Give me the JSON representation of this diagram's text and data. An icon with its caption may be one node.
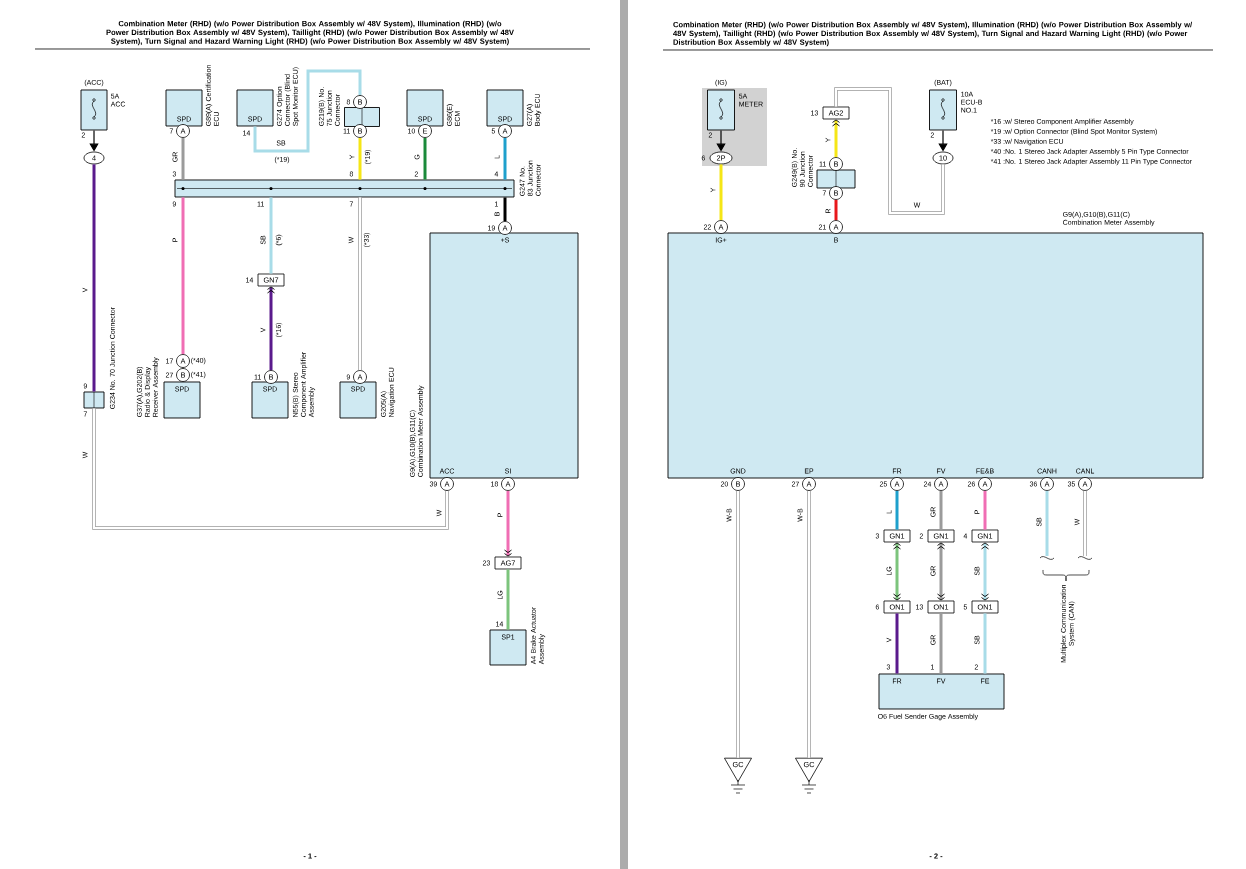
{
  "diagram": {
    "title": "Combination Meter (RHD) (w/o Power Distribution Box Assembly w/ 48V System), Illumination (RHD) (w/o Power Distribution Box Assembly w/ 48V System), Taillight (RHD) (w/o Power Distribution Box Assembly w/ 48V System), Turn Signal and Hazard Warning Light (RHD) (w/o Power Distribution Box Assembly w/ 48V System)",
    "nodes": [
      {
        "text": [
          "(ACC)"
        ],
        "beside": [
          "5A ACC",
          "2"
        ]
      },
      {
        "text": [
          "4"
        ]
      },
      {
        "text": [],
        "shape": "box",
        "beside": [
          "G234 No. 70 Junction Connector",
          "9",
          "7"
        ]
      },
      {
        "text": [
          "SPD"
        ],
        "beside": [
          "G89(A) Certification ECU"
        ]
      },
      {
        "text": [
          "A"
        ],
        "beside": [
          "7"
        ]
      },
      {
        "text": [
          "SPD"
        ],
        "beside": [
          "G274 Option Connector (Blind Spot Monitor ECU)",
          "14"
        ]
      },
      {
        "text": [
          "B"
        ],
        "beside": [
          "8"
        ]
      },
      {
        "text": [],
        "shape": "box",
        "beside": [
          "G219(B) No. 75 Junction Connector"
        ]
      },
      {
        "text": [
          "B"
        ],
        "beside": [
          "11"
        ]
      },
      {
        "text": [
          "SPD"
        ],
        "beside": [
          "G86(E) ECM"
        ]
      },
      {
        "text": [
          "E"
        ],
        "beside": [
          "10"
        ]
      },
      {
        "text": [
          "SPD"
        ],
        "beside": [
          "G27(A) Body ECU"
        ]
      },
      {
        "text": [
          "A"
        ],
        "beside": [
          "5"
        ]
      },
      {
        "text": [],
        "shape": "bar",
        "beside": [
          "G247 No. 83 Junction Connector",
          "3",
          "8",
          "2",
          "4",
          "9",
          "11",
          "7",
          "1"
        ]
      },
      {
        "text": [
          "+S",
          "ACC",
          "SI"
        ],
        "beside": [
          "G9(A),G10(B),G11(C) Combination Meter Assembly"
        ]
      },
      {
        "text": [
          "A"
        ],
        "beside": [
          "19"
        ]
      },
      {
        "text": [
          "A"
        ],
        "beside": [
          "17",
          "(*40)"
        ]
      },
      {
        "text": [
          "B"
        ],
        "beside": [
          "27",
          "(*41)"
        ]
      },
      {
        "text": [
          "SPD"
        ],
        "beside": [
          "G37(A),G202(B) Radio & Display Receiver Assembly"
        ]
      },
      {
        "text": [
          "GN7"
        ],
        "beside": [
          "14"
        ]
      },
      {
        "text": [
          "B"
        ],
        "beside": [
          "11"
        ]
      },
      {
        "text": [
          "SPD"
        ],
        "beside": [
          "N55(B) Stereo Component Amplifier Assembly"
        ]
      },
      {
        "text": [
          "A"
        ],
        "beside": [
          "9"
        ]
      },
      {
        "text": [
          "SPD"
        ],
        "beside": [
          "G205(A) Navigation ECU"
        ]
      },
      {
        "text": [
          "A"
        ],
        "beside": [
          "39"
        ]
      },
      {
        "text": [
          "A"
        ],
        "beside": [
          "18"
        ]
      },
      {
        "text": [
          "AG7"
        ],
        "beside": [
          "23"
        ]
      },
      {
        "text": [
          "SP1"
        ],
        "beside": [
          "A4 Brake Actuator Assembly",
          "14"
        ]
      },
      {
        "text": [
          "(IG)"
        ],
        "beside": [
          "5A METER",
          "2"
        ]
      },
      {
        "text": [
          "2P"
        ],
        "beside": [
          "6"
        ]
      },
      {
        "text": [
          "AG2"
        ],
        "beside": [
          "13"
        ]
      },
      {
        "text": [
          "B"
        ],
        "beside": [
          "11"
        ]
      },
      {
        "text": [],
        "shape": "box",
        "beside": [
          "G249(B) No. 90 Junction Connector"
        ]
      },
      {
        "text": [
          "B"
        ],
        "beside": [
          "7"
        ]
      },
      {
        "text": [
          "(BAT)"
        ],
        "beside": [
          "10A ECU-B NO.1",
          "2"
        ]
      },
      {
        "text": [
          "10"
        ]
      },
      {
        "text": [
          "IG+",
          "B",
          "GND",
          "EP",
          "FR",
          "FV",
          "FE&B",
          "CANH",
          "CANL"
        ],
        "beside": [
          "G9(A),G10(B),G11(C) Combination Meter Assembly"
        ]
      },
      {
        "text": [
          "A"
        ],
        "beside": [
          "22"
        ]
      },
      {
        "text": [
          "A"
        ],
        "beside": [
          "21"
        ]
      },
      {
        "text": [
          "B"
        ],
        "beside": [
          "20"
        ]
      },
      {
        "text": [
          "A"
        ],
        "beside": [
          "27"
        ]
      },
      {
        "text": [
          "A"
        ],
        "beside": [
          "25"
        ]
      },
      {
        "text": [
          "A"
        ],
        "beside": [
          "24"
        ]
      },
      {
        "text": [
          "A"
        ],
        "beside": [
          "26"
        ]
      },
      {
        "text": [
          "A"
        ],
        "beside": [
          "36"
        ]
      },
      {
        "text": [
          "A"
        ],
        "beside": [
          "35"
        ]
      },
      {
        "text": [
          "GN1"
        ],
        "beside": [
          "3"
        ]
      },
      {
        "text": [
          "GN1"
        ],
        "beside": [
          "2"
        ]
      },
      {
        "text": [
          "GN1"
        ],
        "beside": [
          "4"
        ]
      },
      {
        "text": [
          "ON1"
        ],
        "beside": [
          "6"
        ]
      },
      {
        "text": [
          "ON1"
        ],
        "beside": [
          "13"
        ]
      },
      {
        "text": [
          "ON1"
        ],
        "beside": [
          "5"
        ]
      },
      {
        "text": [
          "FR",
          "FV",
          "FE"
        ],
        "beside": [
          "O6 Fuel Sender Gage Assembly",
          "3",
          "1",
          "2"
        ]
      },
      {
        "text": [
          "GC"
        ]
      },
      {
        "text": [
          "GC"
        ]
      }
    ],
    "edges": [
      {
        "from": 0,
        "to": 1,
        "arrow": "to",
        "color": "#000000"
      },
      {
        "from": 1,
        "to": 2,
        "arrow": "none",
        "label": "V",
        "color": "#5a1a8c"
      },
      {
        "from": 2,
        "to": 24,
        "arrow": "none",
        "label": "W",
        "color": "#999999"
      },
      {
        "from": 4,
        "to": 13,
        "arrow": "none",
        "label": "GR",
        "color": "#9b9b9b"
      },
      {
        "from": 5,
        "to": 6,
        "arrow": "none",
        "label": "SB",
        "color": "#a8dce8"
      },
      {
        "from": 8,
        "to": 13,
        "arrow": "none",
        "label": "Y",
        "color": "#f5e616"
      },
      {
        "from": 10,
        "to": 13,
        "arrow": "none",
        "label": "G",
        "color": "#1a8a3a"
      },
      {
        "from": 12,
        "to": 13,
        "arrow": "none",
        "label": "L",
        "color": "#1ea0cc"
      },
      {
        "from": 13,
        "to": 15,
        "arrow": "none",
        "label": "B",
        "color": "#000000"
      },
      {
        "from": 13,
        "to": 16,
        "arrow": "none",
        "label": "P",
        "color": "#f06eb4"
      },
      {
        "from": 13,
        "to": 19,
        "arrow": "none",
        "label": "SB",
        "color": "#a8dce8"
      },
      {
        "from": 20,
        "to": 19,
        "arrow": "to",
        "label": "V",
        "color": "#5a1a8c"
      },
      {
        "from": 13,
        "to": 22,
        "arrow": "none",
        "label": "W",
        "color": "#999999"
      },
      {
        "from": 25,
        "to": 26,
        "arrow": "to",
        "label": "P",
        "color": "#f06eb4"
      },
      {
        "from": 26,
        "to": 27,
        "arrow": "none",
        "label": "LG",
        "color": "#7cc47c"
      },
      {
        "from": 28,
        "to": 29,
        "arrow": "to",
        "color": "#000000"
      },
      {
        "from": 29,
        "to": 37,
        "arrow": "none",
        "label": "Y",
        "color": "#f5e616"
      },
      {
        "from": 31,
        "to": 30,
        "arrow": "to",
        "label": "Y",
        "color": "#f5e616"
      },
      {
        "from": 33,
        "to": 38,
        "arrow": "none",
        "label": "R",
        "color": "#e8171c"
      },
      {
        "from": 30,
        "to": 35,
        "arrow": "none",
        "label": "W",
        "color": "#999999"
      },
      {
        "from": 34,
        "to": 35,
        "arrow": "to",
        "color": "#000000"
      },
      {
        "from": 39,
        "to": 53,
        "arrow": "none",
        "label": "W-B",
        "color": "#999999"
      },
      {
        "from": 40,
        "to": 54,
        "arrow": "none",
        "label": "W-B",
        "color": "#999999"
      },
      {
        "from": 41,
        "to": 46,
        "arrow": "none",
        "label": "L",
        "color": "#1ea0cc"
      },
      {
        "from": 42,
        "to": 47,
        "arrow": "none",
        "label": "GR",
        "color": "#9b9b9b"
      },
      {
        "from": 43,
        "to": 48,
        "arrow": "none",
        "label": "P",
        "color": "#f06eb4"
      },
      {
        "from": 46,
        "to": 49,
        "arrow": "both",
        "label": "LG",
        "color": "#7cc47c"
      },
      {
        "from": 47,
        "to": 50,
        "arrow": "both",
        "label": "GR",
        "color": "#9b9b9b"
      },
      {
        "from": 48,
        "to": 51,
        "arrow": "both",
        "label": "SB",
        "color": "#a8dce8"
      },
      {
        "from": 49,
        "to": 52,
        "arrow": "none",
        "label": "V",
        "color": "#5a1a8c"
      },
      {
        "from": 50,
        "to": 52,
        "arrow": "none",
        "label": "GR",
        "color": "#9b9b9b"
      },
      {
        "from": 51,
        "to": 52,
        "arrow": "none",
        "label": "SB",
        "color": "#a8dce8"
      },
      {
        "from": 44,
        "to": null,
        "arrow": "none",
        "label": "SB",
        "color": "#a8dce8"
      },
      {
        "from": 45,
        "to": null,
        "arrow": "none",
        "label": "W",
        "color": "#999999"
      }
    ],
    "labels": [
      "(*19)",
      "(*19)",
      "(*6)",
      "(*16)",
      "(*33)",
      "W",
      "- 1 -",
      "Combination Meter (RHD) (w/o Power Distribution Box Assembly w/ 48V System), Illumination (RHD) (w/o Power Distribution Box Assembly w/ 48V System), Taillight (RHD) (w/o Power Distribution Box Assembly w/ 48V System), Turn Signal and Hazard Warning Light (RHD) (w/o Power Distribution Box Assembly w/ 48V System)",
      "*16 :w/ Stereo Component Amplifier Assembly",
      "*19 :w/ Option Connector (Blind Spot Monitor System)",
      "*33 :w/ Navigation ECU",
      "*40 :No. 1 Stereo Jack Adapter Assembly 5 Pin Type Connector",
      "*41 :No. 1 Stereo Jack Adapter Assembly 11 Pin Type Connector",
      "Multiplex Communication System (CAN)",
      "- 2 -"
    ]
  }
}
